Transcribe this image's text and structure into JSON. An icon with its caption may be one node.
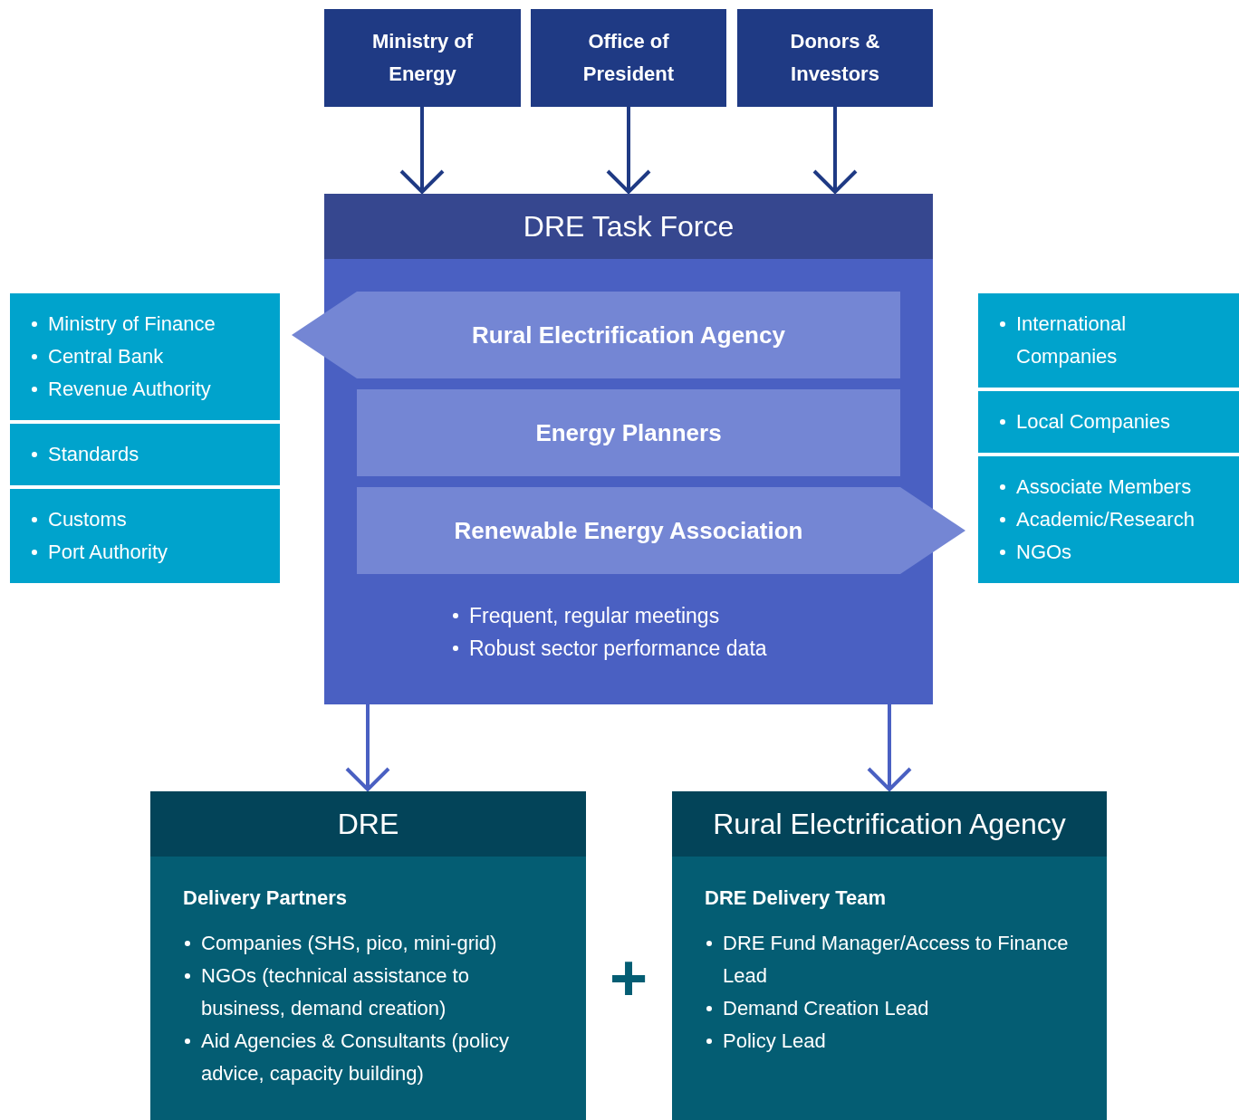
{
  "diagram": {
    "nodes": [
      {
        "text": [
          "Ministry of Energy"
        ]
      },
      {
        "text": [
          "Office of President"
        ]
      },
      {
        "text": [
          "Donors & Investors"
        ]
      },
      {
        "text": [
          "DRE Task Force",
          "Frequent, regular meetings",
          "Robust sector performance data"
        ]
      },
      {
        "text": [
          "Rural Electrification Agency"
        ],
        "in": 3
      },
      {
        "text": [
          "Energy Planners"
        ],
        "in": 3
      },
      {
        "text": [
          "Renewable Energy Association"
        ],
        "in": 3
      },
      {
        "text": [
          "Ministry of Finance",
          "Central Bank",
          "Revenue Authority"
        ]
      },
      {
        "text": [
          "Standards"
        ]
      },
      {
        "text": [
          "Customs",
          "Port Authority"
        ]
      },
      {
        "text": [
          "International Companies"
        ]
      },
      {
        "text": [
          "Local Companies"
        ]
      },
      {
        "text": [
          "Associate Members",
          "Academic/Research",
          "NGOs"
        ]
      },
      {
        "text": [
          "DRE",
          "Delivery Partners",
          "Companies (SHS, pico, mini-grid)",
          "NGOs (technical assistance to business, demand creation)",
          "Aid Agencies & Consultants (policy advice, capacity building)"
        ]
      },
      {
        "text": [
          "Rural Electrification Agency",
          "DRE Delivery Team",
          "DRE Fund Manager/Access to Finance Lead",
          "Demand Creation Lead",
          "Policy Lead"
        ]
      }
    ],
    "edges": [
      {
        "from": 0,
        "to": 3,
        "arrow": "to"
      },
      {
        "from": 1,
        "to": 3,
        "arrow": "to"
      },
      {
        "from": 2,
        "to": 3,
        "arrow": "to"
      },
      {
        "from": 3,
        "to": 13,
        "arrow": "to",
        "color": "#4a60c2"
      },
      {
        "from": 3,
        "to": 14,
        "arrow": "to",
        "color": "#4a60c2"
      }
    ],
    "labels": [
      "+"
    ]
  }
}
